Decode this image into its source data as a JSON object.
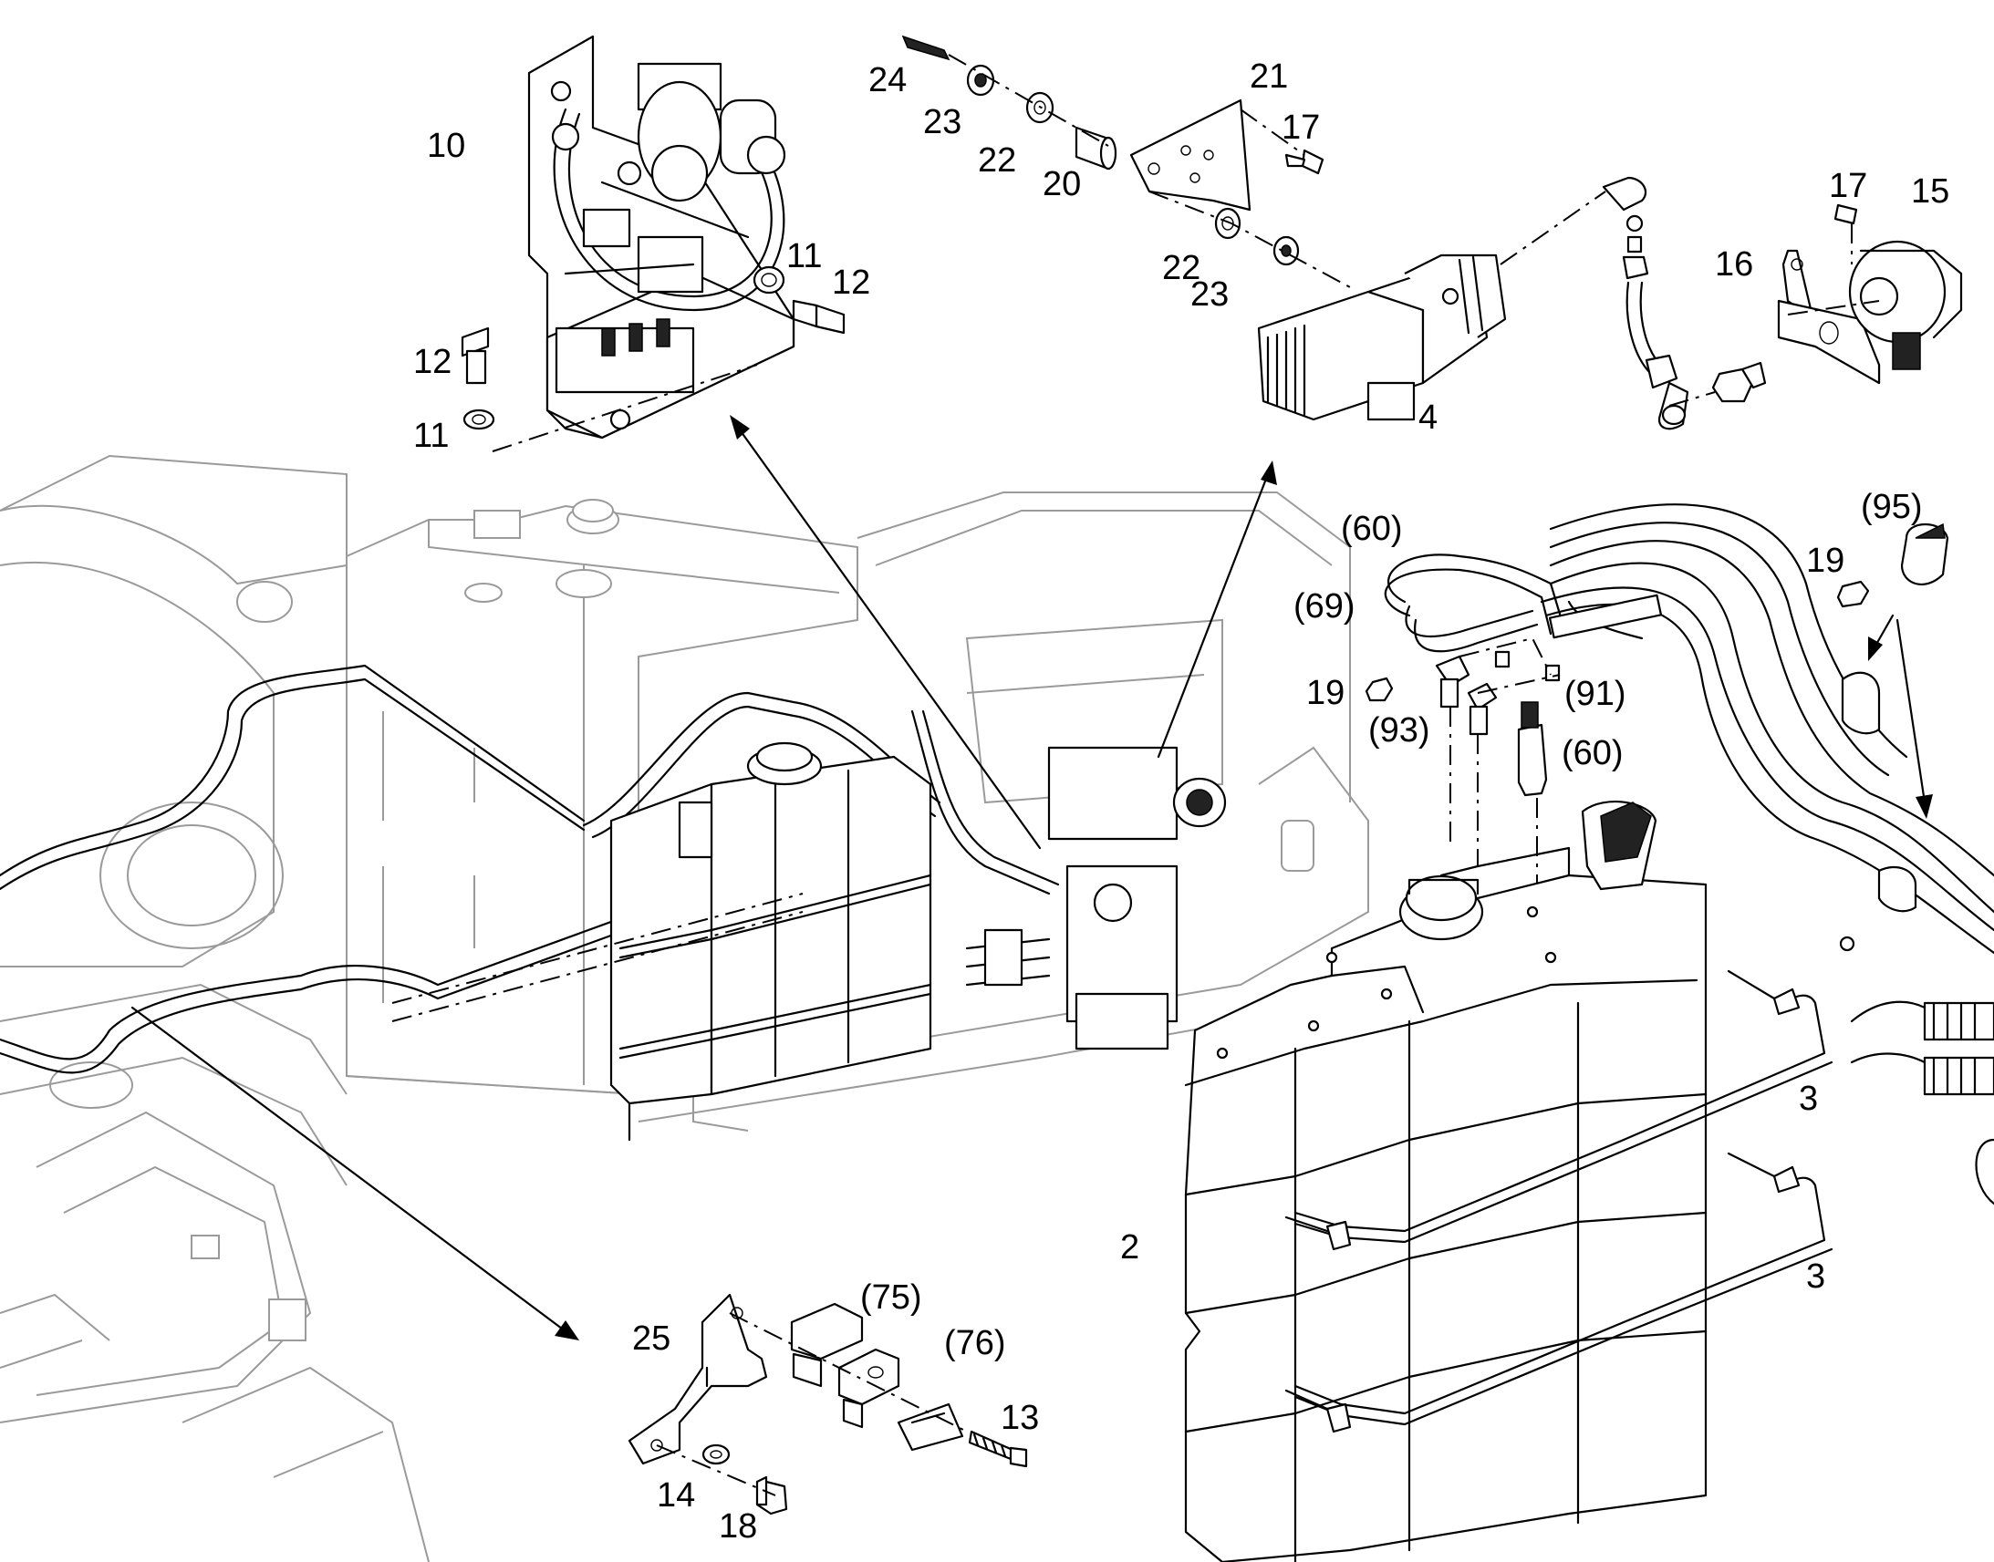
{
  "callouts": [
    {
      "id": "c10",
      "text": "10"
    },
    {
      "id": "c24",
      "text": "24"
    },
    {
      "id": "c23a",
      "text": "23"
    },
    {
      "id": "c22a",
      "text": "22"
    },
    {
      "id": "c20",
      "text": "20"
    },
    {
      "id": "c21",
      "text": "21"
    },
    {
      "id": "c17a",
      "text": "17"
    },
    {
      "id": "c17b",
      "text": "17"
    },
    {
      "id": "c15",
      "text": "15"
    },
    {
      "id": "c16",
      "text": "16"
    },
    {
      "id": "c22b",
      "text": "22"
    },
    {
      "id": "c23b",
      "text": "23"
    },
    {
      "id": "c11a",
      "text": "11"
    },
    {
      "id": "c12a",
      "text": "12"
    },
    {
      "id": "c12b",
      "text": "12"
    },
    {
      "id": "c11b",
      "text": "11"
    },
    {
      "id": "c4",
      "text": "4"
    },
    {
      "id": "c95",
      "text": "(95)"
    },
    {
      "id": "c60a",
      "text": "(60)"
    },
    {
      "id": "c19a",
      "text": "19"
    },
    {
      "id": "c69",
      "text": "(69)"
    },
    {
      "id": "c19b",
      "text": "19"
    },
    {
      "id": "c91",
      "text": "(91)"
    },
    {
      "id": "c93",
      "text": "(93)"
    },
    {
      "id": "c60b",
      "text": "(60)"
    },
    {
      "id": "c3a",
      "text": "3"
    },
    {
      "id": "c2",
      "text": "2"
    },
    {
      "id": "c3b",
      "text": "3"
    },
    {
      "id": "c75",
      "text": "(75)"
    },
    {
      "id": "c25",
      "text": "25"
    },
    {
      "id": "c76",
      "text": "(76)"
    },
    {
      "id": "c13",
      "text": "13"
    },
    {
      "id": "c14",
      "text": "14"
    },
    {
      "id": "c18",
      "text": "18"
    }
  ]
}
